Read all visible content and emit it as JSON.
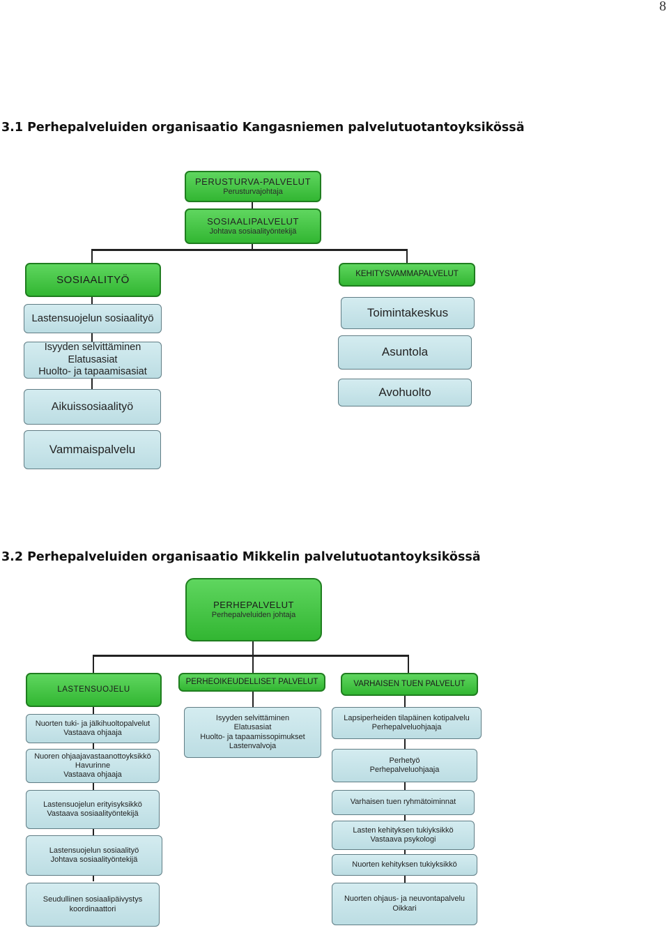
{
  "page_number": "8",
  "section1": {
    "heading": "3.1 Perhepalveluiden organisaatio Kangasniemen palvelutuotantoyksikössä",
    "top": {
      "title": "PERUSTURVA-PALVELUT",
      "subtitle": "Perusturvajohtaja"
    },
    "sosiaalipalvelut": {
      "title": "SOSIAALIPALVELUT",
      "subtitle": "Johtava sosiaalityöntekijä"
    },
    "sosiaalityo": {
      "title": "SOSIAALITYÖ",
      "items": [
        {
          "lines": [
            "Lastensuojelun sosiaalityö"
          ]
        },
        {
          "lines": [
            "Isyyden selvittäminen",
            "Elatusasiat",
            "Huolto- ja tapaamisasiat"
          ]
        },
        {
          "lines": [
            "Aikuissosiaalityö"
          ]
        },
        {
          "lines": [
            "Vammaispalvelu"
          ]
        }
      ]
    },
    "kehitysvamma": {
      "title": "KEHITYSVAMMAPALVELUT",
      "items": [
        {
          "lines": [
            "Toimintakeskus"
          ]
        },
        {
          "lines": [
            "Asuntola"
          ]
        },
        {
          "lines": [
            "Avohuolto"
          ]
        }
      ]
    }
  },
  "section2": {
    "heading": "3.2 Perhepalveluiden organisaatio Mikkelin palvelutuotantoyksikössä",
    "top": {
      "title": "PERHEPALVELUT",
      "subtitle": "Perhepalveluiden johtaja"
    },
    "lastensuojelu": {
      "title": "LASTENSUOJELU",
      "items": [
        {
          "lines": [
            "Nuorten tuki- ja jälkihuoltopalvelut",
            "Vastaava ohjaaja"
          ]
        },
        {
          "lines": [
            "Nuoren ohjaajavastaanottoyksikkö",
            "Havurinne",
            "Vastaava ohjaaja"
          ]
        },
        {
          "lines": [
            "Lastensuojelun erityisyksikkö",
            "Vastaava sosiaalityöntekijä"
          ]
        },
        {
          "lines": [
            "Lastensuojelun sosiaalityö",
            "Johtava sosiaalityöntekijä"
          ]
        },
        {
          "lines": [
            "Seudullinen sosiaalipäivystys",
            "koordinaattori"
          ]
        }
      ]
    },
    "perheoikeudelliset": {
      "title": "PERHEOIKEUDELLISET PALVELUT",
      "items": [
        {
          "lines": [
            "Isyyden selvittäminen",
            "Elatusasiat",
            "Huolto- ja tapaamissopimukset",
            "Lastenvalvoja"
          ]
        }
      ]
    },
    "varhainen": {
      "title": "VARHAISEN TUEN PALVELUT",
      "items": [
        {
          "lines": [
            "Lapsiperheiden tilapäinen kotipalvelu",
            "Perhepalveluohjaaja"
          ]
        },
        {
          "lines": [
            "Perhetyö",
            "Perhepalveluohjaaja"
          ]
        },
        {
          "lines": [
            "Varhaisen tuen ryhmätoiminnat"
          ]
        },
        {
          "lines": [
            "Lasten kehityksen tukiyksikkö",
            "Vastaava psykologi"
          ]
        },
        {
          "lines": [
            "Nuorten kehityksen tukiyksikkö"
          ]
        },
        {
          "lines": [
            "Nuorten ohjaus- ja neuvontapalvelu",
            "Oikkari"
          ]
        }
      ]
    }
  }
}
